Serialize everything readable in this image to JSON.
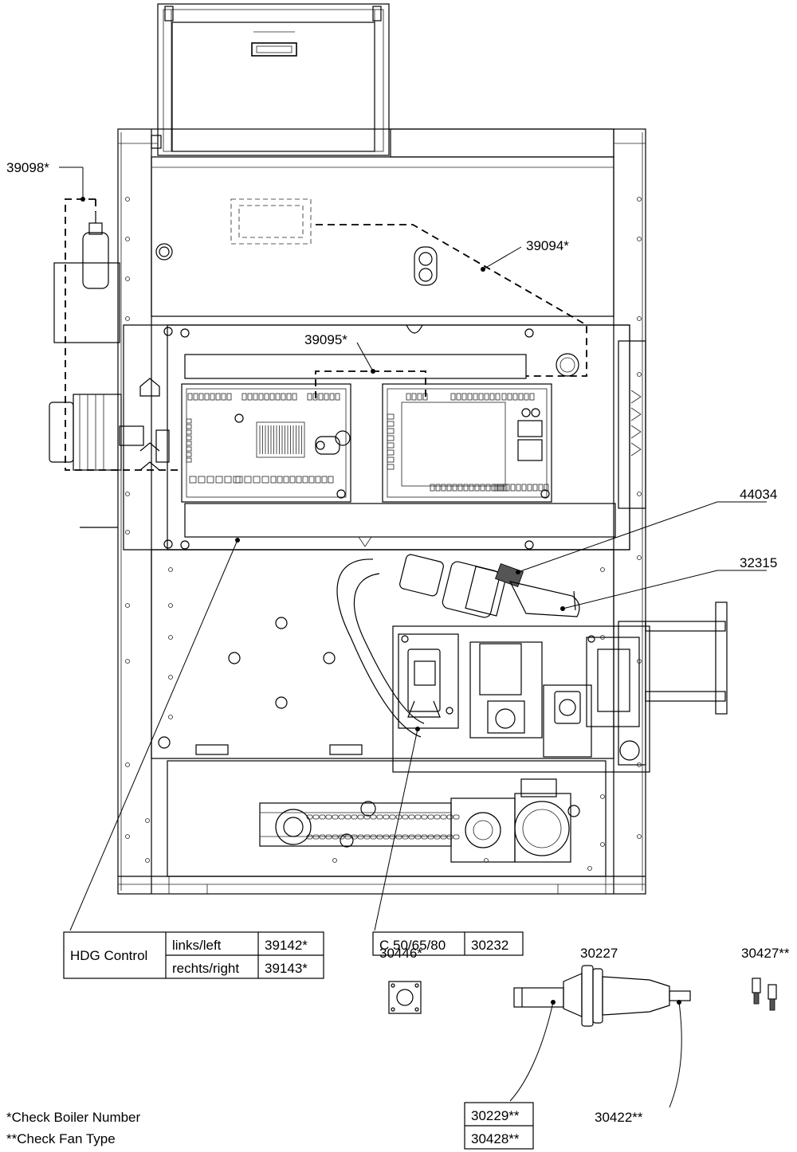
{
  "callouts": {
    "p39098": "39098*",
    "p39094": "39094*",
    "p39095": "39095*",
    "p44034": "44034",
    "p32315": "32315",
    "p30446": "30446*",
    "p30227": "30227",
    "p30427": "30427**",
    "p30422": "30422**"
  },
  "hdg_table": {
    "title": "HDG Control",
    "rows": [
      {
        "side": "links/left",
        "part": "39142*"
      },
      {
        "side": "rechts/right",
        "part": "39143*"
      }
    ]
  },
  "c_table": {
    "model": "C 50/65/80",
    "part": "30232"
  },
  "nozzle_table": {
    "rows": [
      "30229**",
      "30428**"
    ]
  },
  "notes": {
    "boiler": "*Check Boiler Number",
    "fan": "**Check Fan Type"
  }
}
